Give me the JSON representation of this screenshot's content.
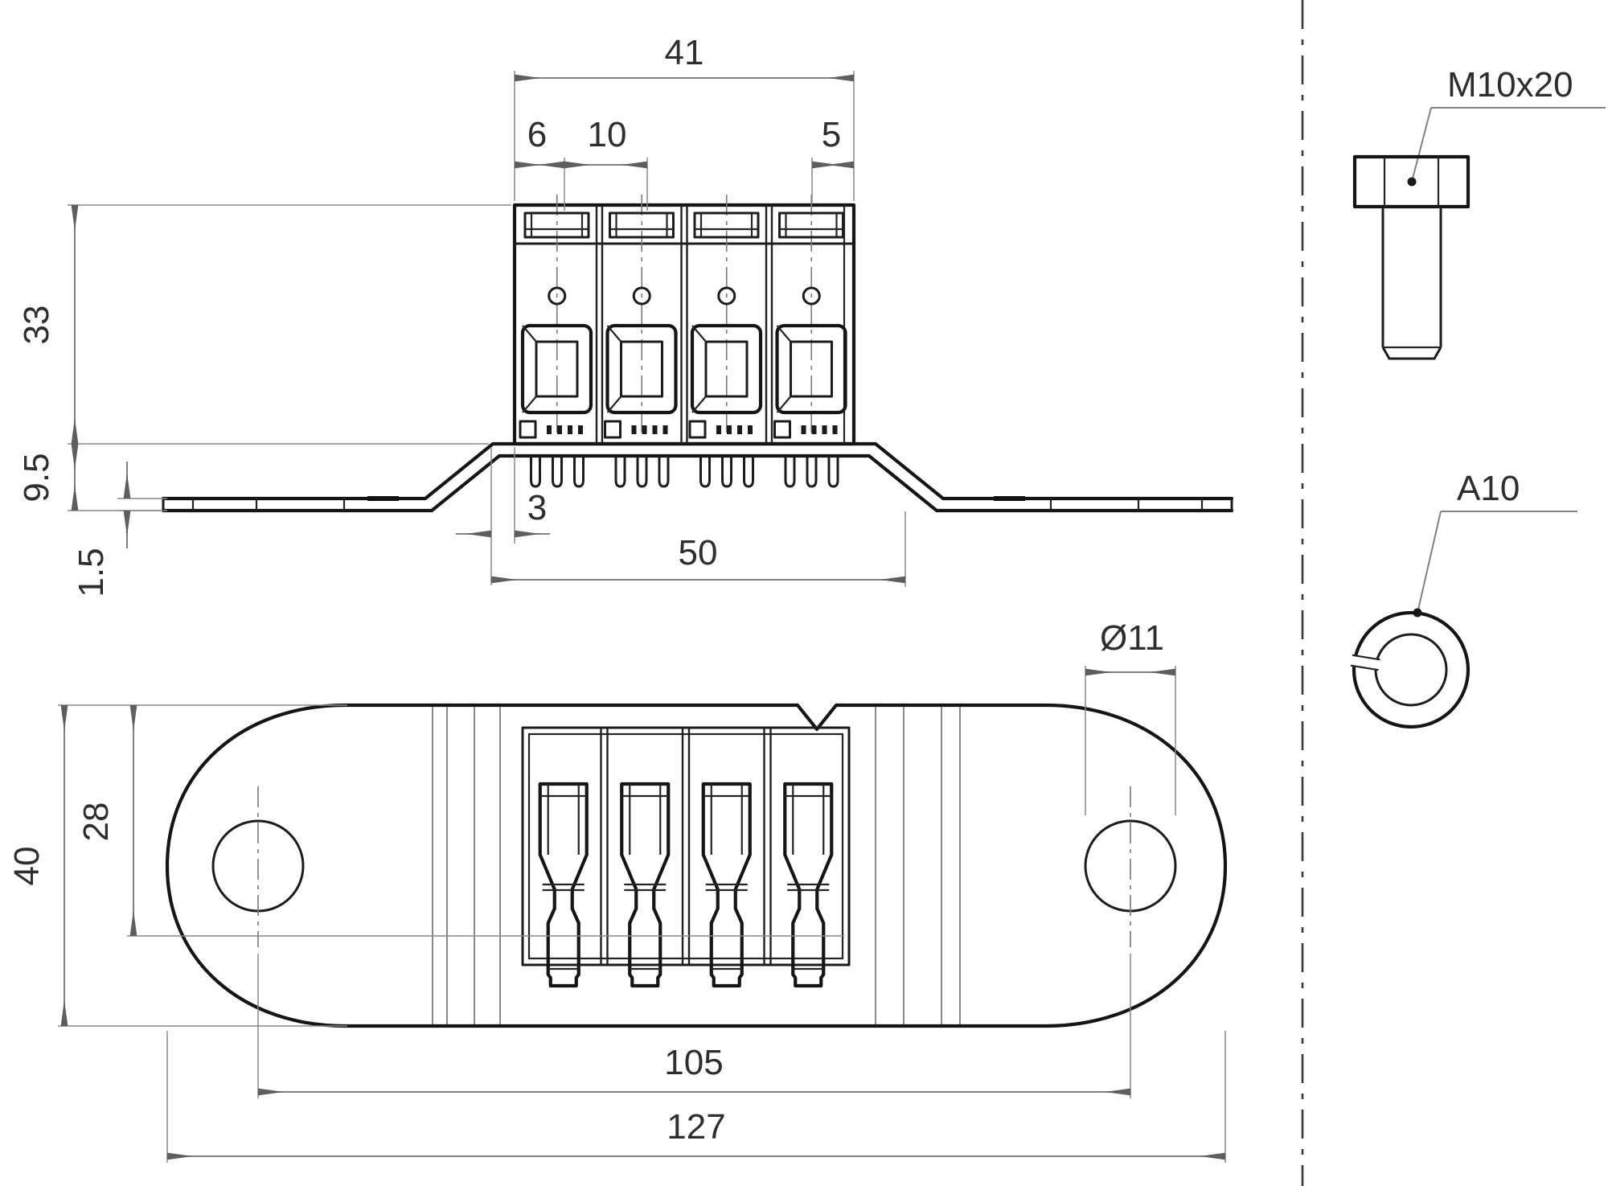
{
  "drawing": {
    "side": {
      "overall_width": "41",
      "slot_offset": "6",
      "slot_pitch": "10",
      "end_offset": "5",
      "height": "33",
      "bracket_drop": "9.5",
      "thickness": "1.5",
      "bend_offset": "3",
      "platform": "50"
    },
    "plan": {
      "width": "40",
      "inner_width": "28",
      "hole_dia": "Ø11",
      "hole_pitch": "105",
      "length": "127"
    },
    "hardware": {
      "bolt": "M10x20",
      "washer": "A10"
    },
    "structure": {
      "module_count": 4,
      "pins_per_module": 3
    },
    "colors": {
      "line": "#151515",
      "dimension": "#828282",
      "text": "#2e2e2e",
      "background": "#ffffff"
    }
  }
}
